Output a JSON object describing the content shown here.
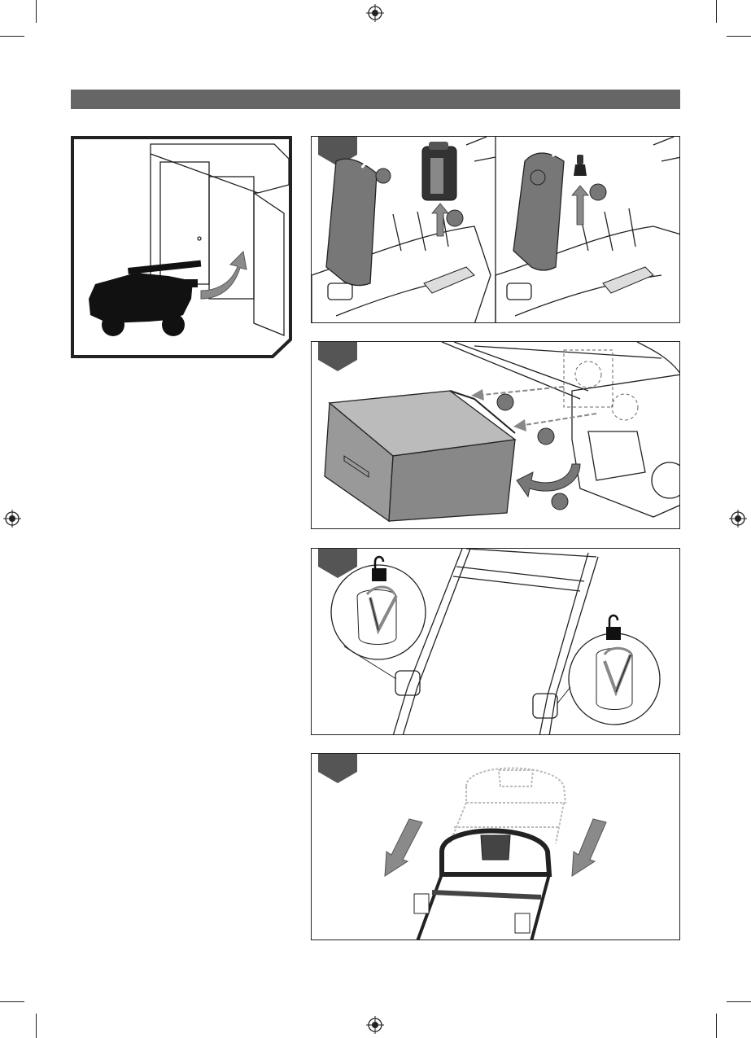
{
  "page": {
    "header_bar_text": ""
  },
  "colors": {
    "header_bar": "#666666",
    "panel_border": "#222222",
    "tone_dark": "#555555",
    "tone_mid": "#8a8a8a",
    "tone_light": "#cfcfcf"
  },
  "panels": [
    {
      "id": "storage",
      "icons": [
        "shed-icon",
        "mower-silhouette-icon",
        "curved-arrow-icon"
      ]
    },
    {
      "id": "step-1",
      "icons": [
        "battery-cover-icon",
        "battery-icon",
        "safety-key-icon",
        "up-arrow-icon"
      ]
    },
    {
      "id": "step-2",
      "icons": [
        "grass-bag-icon",
        "dashed-arrow-icon",
        "rotate-arrow-icon"
      ]
    },
    {
      "id": "step-3",
      "icons": [
        "unlock-icon",
        "quick-release-lever-icon"
      ]
    },
    {
      "id": "step-4",
      "icons": [
        "handle-icon",
        "down-arrow-icon"
      ]
    }
  ]
}
